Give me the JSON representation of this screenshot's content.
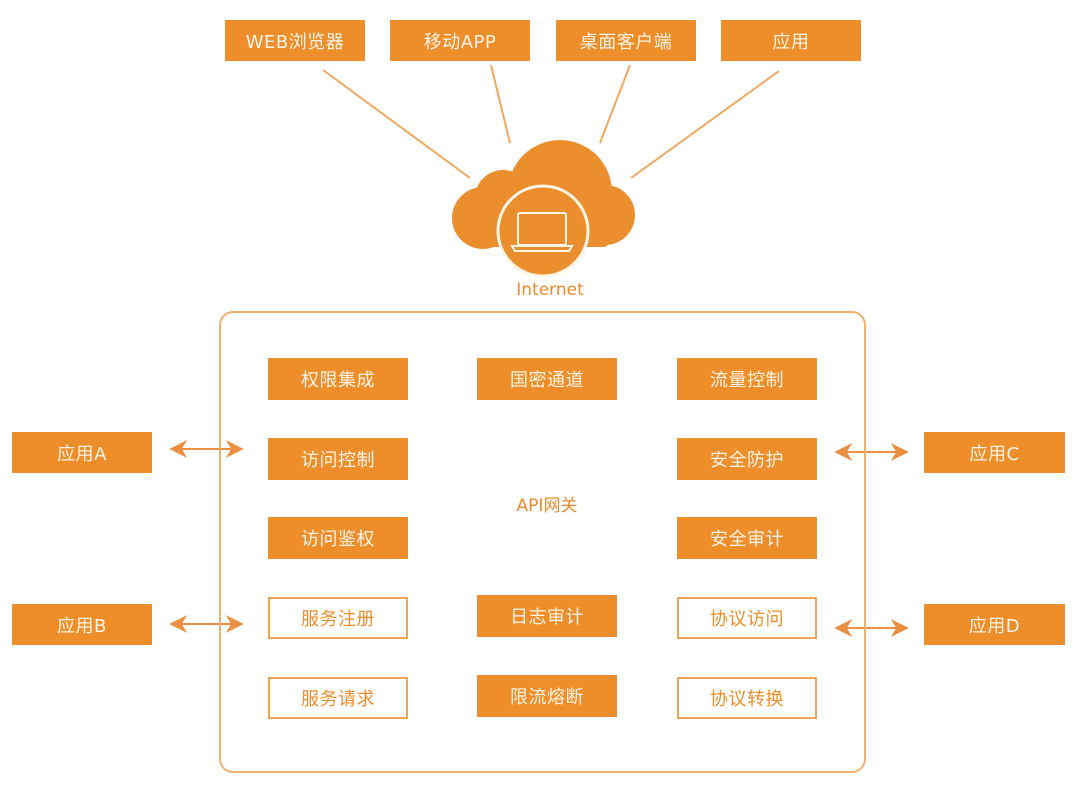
{
  "colors": {
    "accent": "#ED8E2A",
    "accent_light_text": "#FFF4E6",
    "border": "#F0B070",
    "line": "#EFA860"
  },
  "clients": [
    {
      "label": "WEB浏览器"
    },
    {
      "label": "移动APP"
    },
    {
      "label": "桌面客户端"
    },
    {
      "label": "应用"
    }
  ],
  "cloud": {
    "icon": "laptop-icon",
    "label": "Internet"
  },
  "gateway": {
    "title": "API网关",
    "left_column": [
      {
        "label": "权限集成",
        "style": "filled"
      },
      {
        "label": "访问控制",
        "style": "filled"
      },
      {
        "label": "访问鉴权",
        "style": "filled"
      },
      {
        "label": "服务注册",
        "style": "outlined"
      },
      {
        "label": "服务请求",
        "style": "outlined"
      }
    ],
    "middle_column": [
      {
        "label": "国密通道",
        "style": "filled"
      },
      {
        "label": "日志审计",
        "style": "filled"
      },
      {
        "label": "限流熔断",
        "style": "filled"
      }
    ],
    "right_column": [
      {
        "label": "流量控制",
        "style": "filled"
      },
      {
        "label": "安全防护",
        "style": "filled"
      },
      {
        "label": "安全审计",
        "style": "filled"
      },
      {
        "label": "协议访问",
        "style": "outlined"
      },
      {
        "label": "协议转换",
        "style": "outlined"
      }
    ]
  },
  "external_apps": [
    {
      "label": "应用A",
      "side": "left"
    },
    {
      "label": "应用B",
      "side": "left"
    },
    {
      "label": "应用C",
      "side": "right"
    },
    {
      "label": "应用D",
      "side": "right"
    }
  ]
}
